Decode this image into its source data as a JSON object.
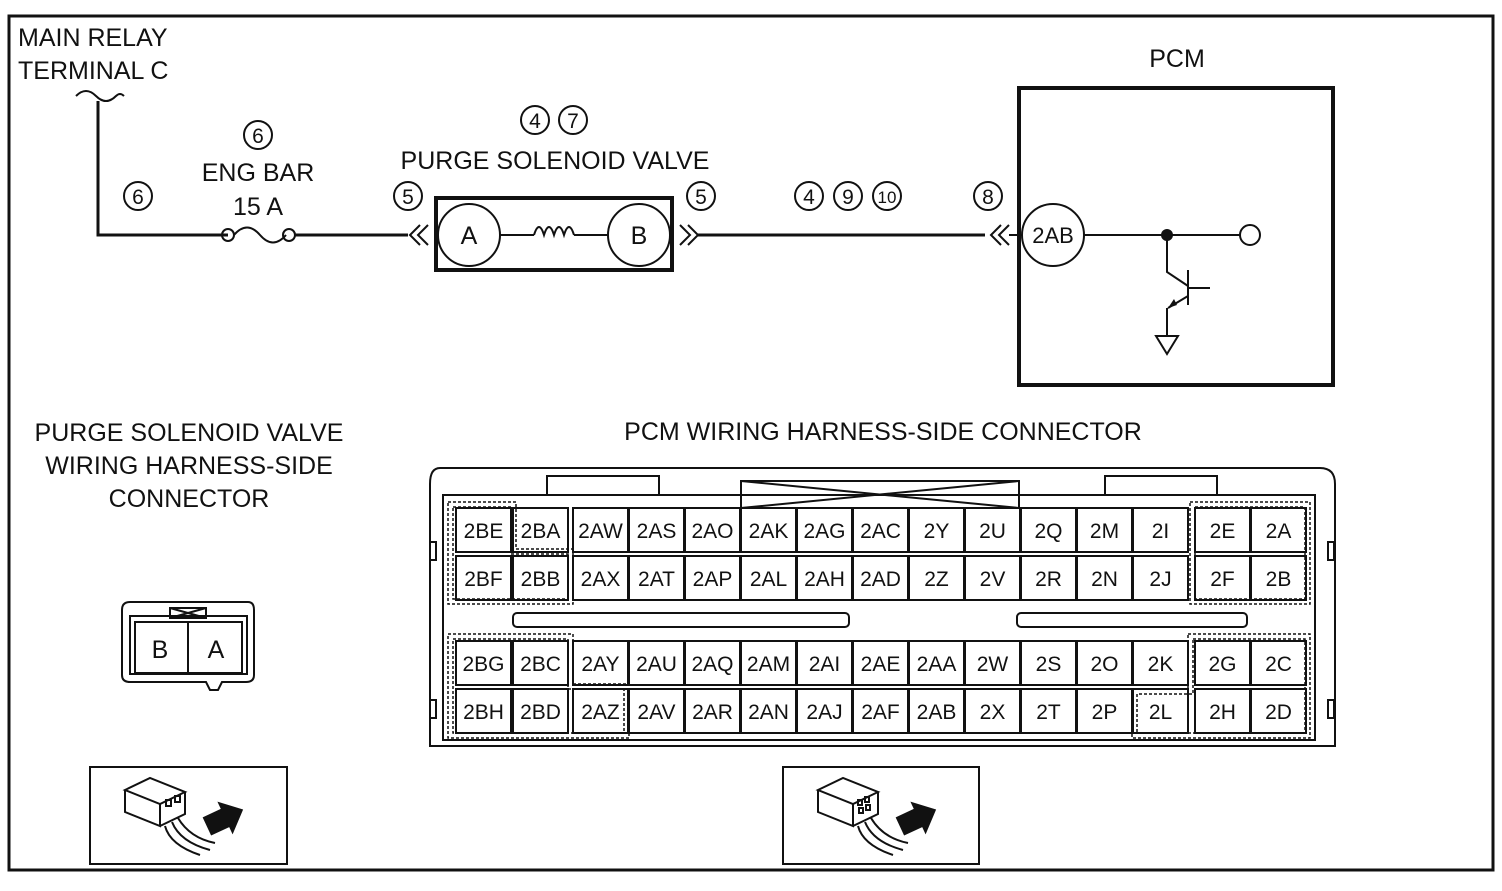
{
  "labels": {
    "main_relay_line1": "MAIN RELAY",
    "main_relay_line2": "TERMINAL C",
    "eng_bar_line1": "ENG BAR",
    "eng_bar_line2": "15 A",
    "purge_valve": "PURGE SOLENOID VALVE",
    "pcm": "PCM",
    "pcm_connector_title": "PCM WIRING HARNESS-SIDE CONNECTOR",
    "purge_connector_title_line1": "PURGE SOLENOID VALVE",
    "purge_connector_title_line2": "WIRING HARNESS-SIDE",
    "purge_connector_title_line3": "CONNECTOR"
  },
  "circled_refs": {
    "left_wire": "6",
    "fuse": "6",
    "valve_top_1": "4",
    "valve_top_2": "7",
    "valve_left_connector": "5",
    "valve_right_connector": "5",
    "wire_right_1": "4",
    "wire_right_2": "9",
    "wire_right_3": "10",
    "pcm_connector": "8"
  },
  "terminals": {
    "valve_a": "A",
    "valve_b": "B",
    "pcm_pin": "2AB"
  },
  "purge_connector_pins": [
    "B",
    "A"
  ],
  "pcm_connector_rows": [
    [
      "2BE",
      "2BA",
      "2AW",
      "2AS",
      "2AO",
      "2AK",
      "2AG",
      "2AC",
      "2Y",
      "2U",
      "2Q",
      "2M",
      "2I",
      "2E",
      "2A"
    ],
    [
      "2BF",
      "2BB",
      "2AX",
      "2AT",
      "2AP",
      "2AL",
      "2AH",
      "2AD",
      "2Z",
      "2V",
      "2R",
      "2N",
      "2J",
      "2F",
      "2B"
    ],
    [
      "2BG",
      "2BC",
      "2AY",
      "2AU",
      "2AQ",
      "2AM",
      "2AI",
      "2AE",
      "2AA",
      "2W",
      "2S",
      "2O",
      "2K",
      "2G",
      "2C"
    ],
    [
      "2BH",
      "2BD",
      "2AZ",
      "2AV",
      "2AR",
      "2AN",
      "2AJ",
      "2AF",
      "2AB",
      "2X",
      "2T",
      "2P",
      "2L",
      "2H",
      "2D"
    ]
  ],
  "icons": {
    "fuse": "fuse-icon",
    "coil": "solenoid-coil-icon",
    "transistor": "transistor-icon",
    "ground": "ground-icon",
    "connector_view": "connector-view-icon"
  }
}
